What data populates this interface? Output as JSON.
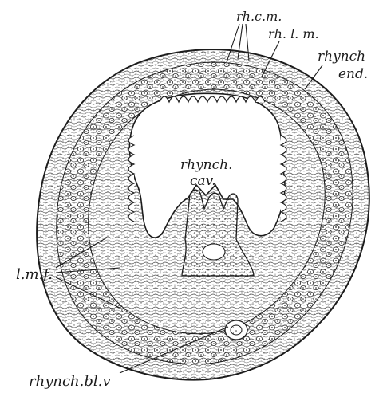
{
  "figure": {
    "labels": {
      "rh_c_m": "rh.c.m.",
      "rh_l_m": "rh. l. m.",
      "rhynch_end_1": "rhynch",
      "rhynch_end_2": "end.",
      "rhynch_cav_1": "rhynch.",
      "rhynch_cav_2": "cav.",
      "l_m_f": "l.m.f.",
      "rhynch_bl_v": "rhynch.bl.v"
    },
    "colors": {
      "ink": "#1c1c1c",
      "paper": "#ffffff"
    }
  }
}
